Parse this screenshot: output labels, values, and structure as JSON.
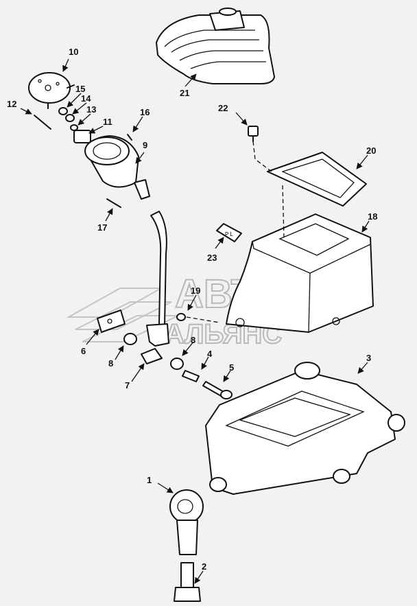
{
  "watermark": {
    "line1": "АВТО",
    "line2": "АЛЬЯНС"
  },
  "callouts": {
    "c1": "1",
    "c2": "2",
    "c3": "3",
    "c4": "4",
    "c5": "5",
    "c6": "6",
    "c7": "7",
    "c8a": "8",
    "c8b": "8",
    "c9": "9",
    "c10": "10",
    "c11": "11",
    "c12": "12",
    "c13": "13",
    "c14": "14",
    "c15": "15",
    "c16": "16",
    "c17": "17",
    "c18": "18",
    "c19": "19",
    "c20": "20",
    "c21": "21",
    "c22": "22",
    "c23": "23"
  },
  "plate_marking": "P L"
}
